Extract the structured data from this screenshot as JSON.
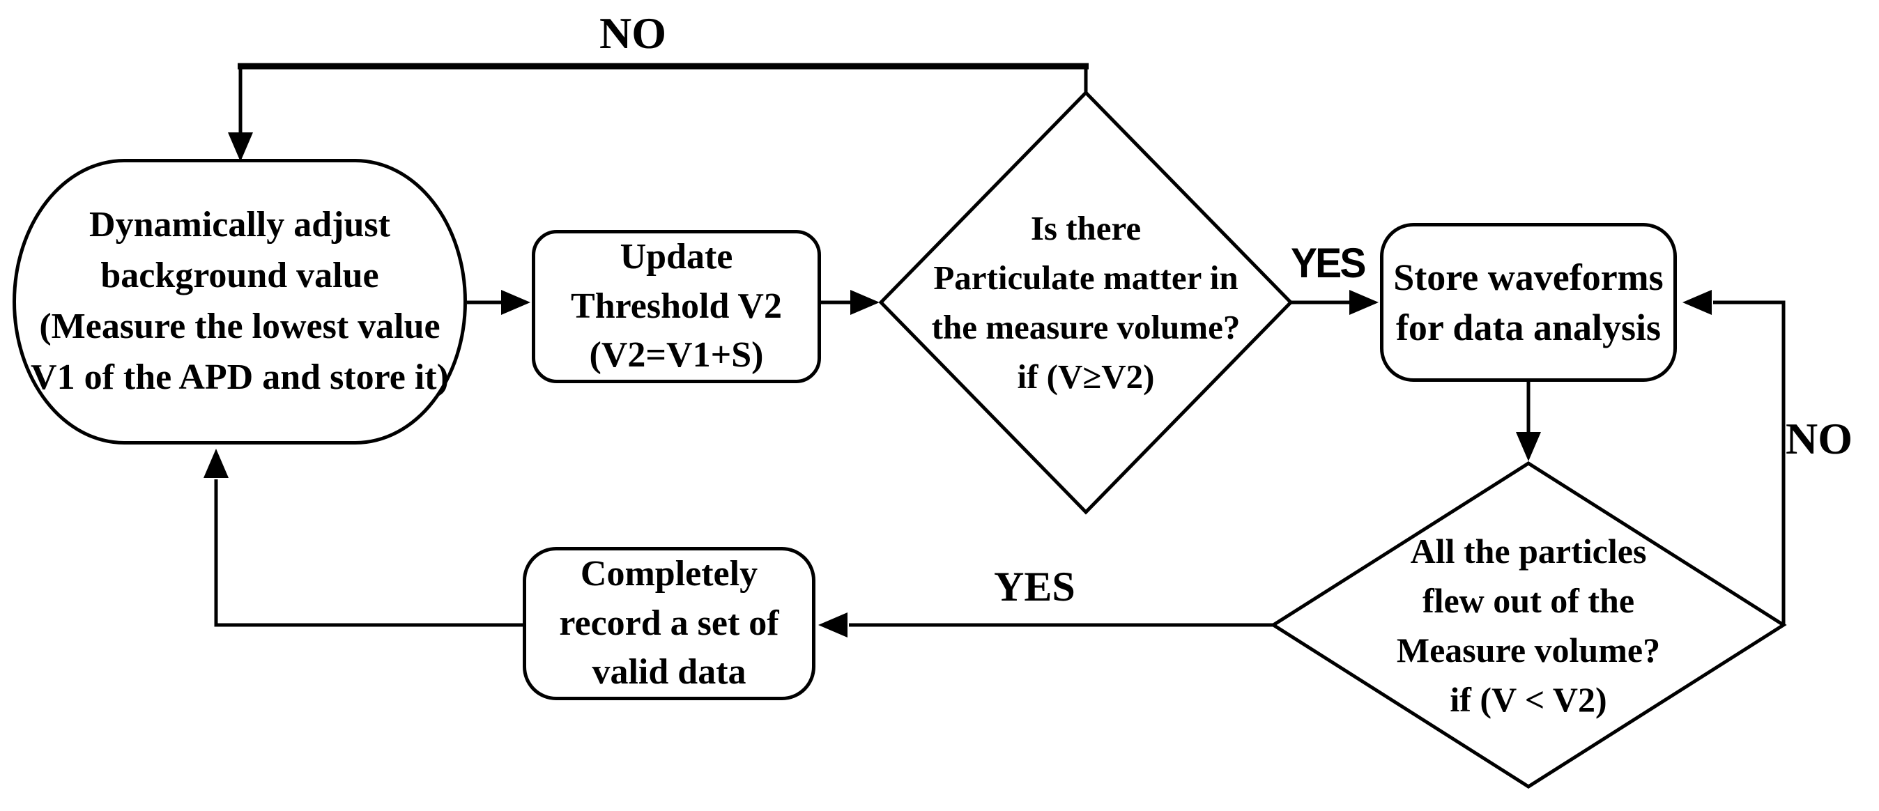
{
  "colors": {
    "stroke": "#000000",
    "background": "#ffffff"
  },
  "nodes": {
    "adjust_background": {
      "label": "Dynamically adjust\nbackground value\n(Measure the lowest value\nV1 of the APD and store it)"
    },
    "update_threshold": {
      "label": "Update\nThreshold V2\n(V2=V1+S)"
    },
    "particulate_check": {
      "label": "Is there\nParticulate matter in\nthe measure volume?\nif (V≥V2)"
    },
    "store_waveforms": {
      "label": "Store waveforms\nfor data analysis"
    },
    "particles_out_check": {
      "label": "All the particles\nflew out of the\nMeasure volume?\nif (V < V2)"
    },
    "record_valid_data": {
      "label": "Completely\nrecord a set of\nvalid data"
    }
  },
  "edge_labels": {
    "no_top": "NO",
    "yes_particulate": "YES",
    "no_particles": "NO",
    "yes_particles": "YES"
  }
}
